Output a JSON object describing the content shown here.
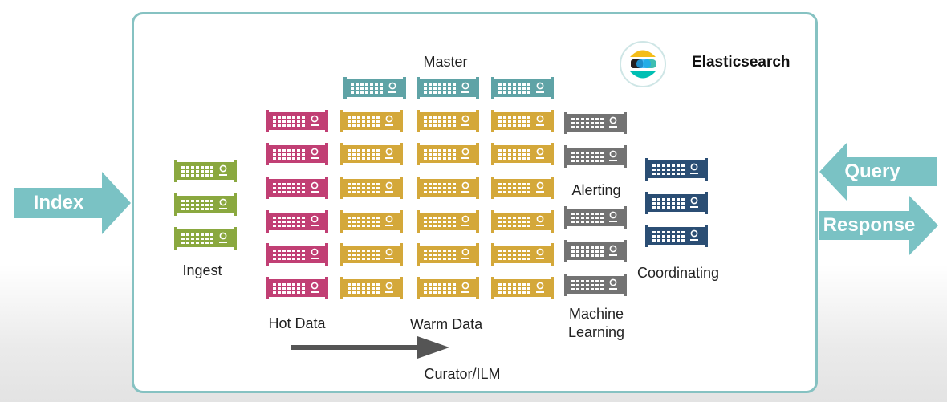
{
  "brand": {
    "name": "Elasticsearch",
    "logo_icon": "elasticsearch-logo-icon"
  },
  "io": {
    "index": "Index",
    "query": "Query",
    "response": "Response"
  },
  "nodes": {
    "master": "Master",
    "ingest": "Ingest",
    "hot": "Hot Data",
    "warm": "Warm Data",
    "alerting": "Alerting",
    "ml_line1": "Machine",
    "ml_line2": "Learning",
    "coordinating": "Coordinating"
  },
  "flow": {
    "curator": "Curator/ILM"
  },
  "colors": {
    "frame": "#86c2c2",
    "io_arrow": "#7ac2c4",
    "master": "#5fa3a6",
    "ingest": "#8aa83f",
    "hot": "#c13f74",
    "warm": "#d4a83a",
    "alerting": "#737373",
    "ml": "#737373",
    "coordinating": "#2b4e74",
    "flow_arrow": "#555555"
  }
}
